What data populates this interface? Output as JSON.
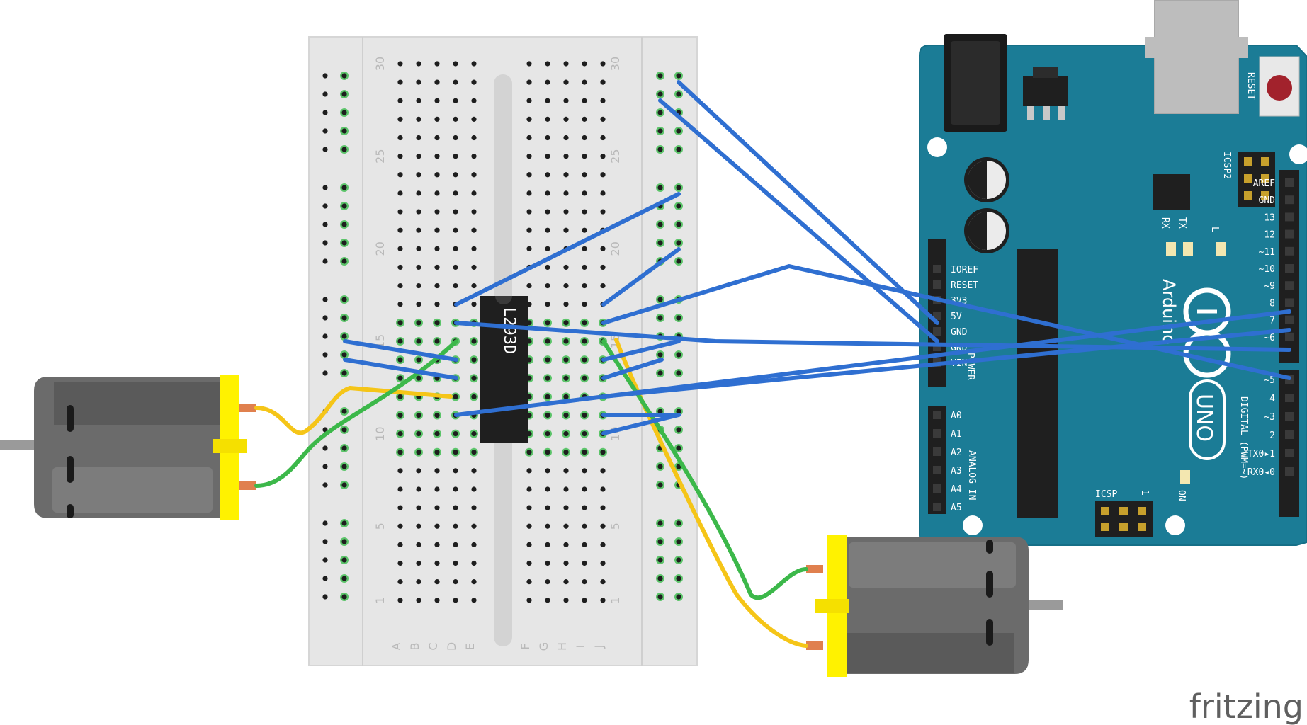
{
  "breadboard": {
    "row_numbers": [
      "1",
      "5",
      "10",
      "15",
      "20",
      "25",
      "30"
    ],
    "column_letters_left": [
      "A",
      "B",
      "C",
      "D",
      "E"
    ],
    "column_letters_right": [
      "F",
      "G",
      "H",
      "I",
      "J"
    ]
  },
  "chip": {
    "label": "L293D"
  },
  "arduino": {
    "reset_label": "RESET",
    "icsp2_label": "ICSP2",
    "icsp_label": "ICSP",
    "icsp_pin1": "1",
    "power_header": [
      "IOREF",
      "RESET",
      "3V3",
      "5V",
      "GND",
      "GND",
      "VIN"
    ],
    "power_group_label": "POWER",
    "analog_header": [
      "A0",
      "A1",
      "A2",
      "A3",
      "A4",
      "A5"
    ],
    "analog_group_label": "ANALOG IN",
    "digital_header": [
      "AREF",
      "GND",
      "13",
      "12",
      "~11",
      "~10",
      "~9",
      "8",
      "7",
      "~6",
      "~5",
      "4",
      "~3",
      "2",
      "TX0▸1",
      "RX0◂0"
    ],
    "digital_group_label": "DIGITAL (PWM=~)",
    "led_labels": [
      "RX",
      "TX",
      "L"
    ],
    "on_label": "ON",
    "brand": "Arduino",
    "model": "UNO"
  },
  "watermark": "fritzing",
  "colors": {
    "board_teal": "#1b7c96",
    "breadboard": "#e7e7e7",
    "wire_blue": "#2f6fd1",
    "wire_green": "#3cb84a",
    "wire_yellow": "#f5c518",
    "motor_gray": "#6e6e6e",
    "motor_cap": "#fff200"
  }
}
